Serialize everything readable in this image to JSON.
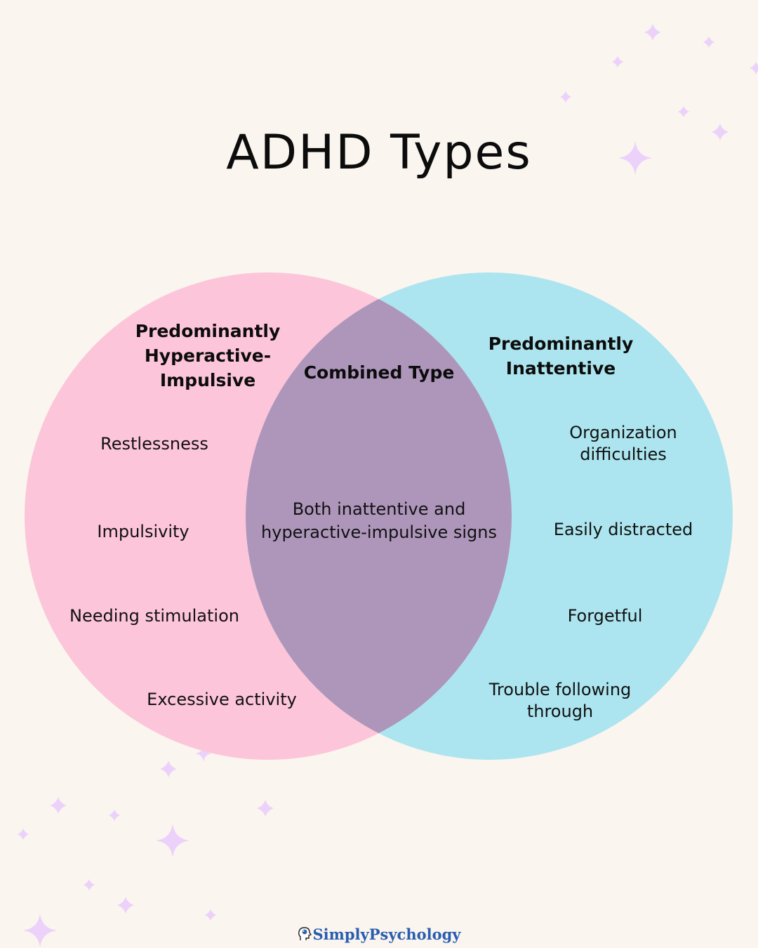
{
  "title": "ADHD Types",
  "colors": {
    "background": "#faf5ef",
    "left_circle": "#fdc5d9",
    "right_circle": "#ace5ef",
    "overlap": "#ae96bb",
    "sparkle": "#ecd2fb",
    "brand": "#2a5db0"
  },
  "venn": {
    "left": {
      "heading": "Predominantly\nHyperactive-\nImpulsive",
      "items": [
        "Restlessness",
        "Impulsivity",
        "Needing stimulation",
        "Excessive activity"
      ]
    },
    "center": {
      "heading": "Combined Type",
      "description": "Both inattentive and\nhyperactive-impulsive signs"
    },
    "right": {
      "heading": "Predominantly\nInattentive",
      "items": [
        "Organization\ndifficulties",
        "Easily distracted",
        "Forgetful",
        "Trouble following\nthrough"
      ]
    }
  },
  "footer": {
    "brand_part1": "Simply",
    "brand_part2": "Psychology",
    "logo_icon": "head-brain-icon"
  },
  "decorations": {
    "sparkle_icon": "four-point-star"
  }
}
